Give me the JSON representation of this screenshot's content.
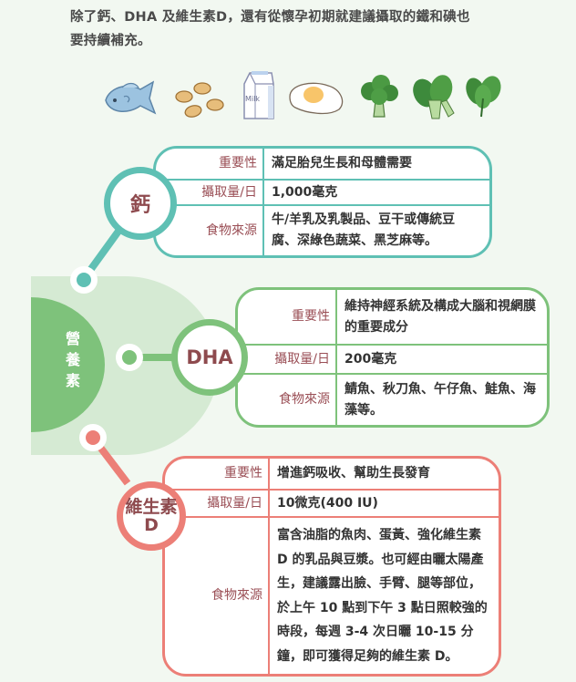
{
  "intro": {
    "line1": "除了鈣、DHA 及維生素D，還有從懷孕初期就建議攝取的鐵和碘也",
    "line2": "要持續補充。"
  },
  "food_icons": [
    "fish-icon",
    "soybeans-icon",
    "milk-carton-icon",
    "fried-egg-icon",
    "broccoli-icon",
    "bok-choy-icon",
    "spinach-icon"
  ],
  "milk_label": "Milk",
  "hub": {
    "label": "營養素"
  },
  "colors": {
    "calcium": "#5fc0b4",
    "dha": "#7ec27b",
    "vitamin_d": "#ec7f77",
    "hub_light": "#d5ead3",
    "key_text": "#9a4e55",
    "background": "#f2f8f1"
  },
  "nutrients": [
    {
      "name": "鈣",
      "rows": [
        {
          "key": "重要性",
          "value": "滿足胎兒生長和母體需要"
        },
        {
          "key": "攝取量/日",
          "value": "1,000毫克"
        },
        {
          "key": "食物來源",
          "value": "牛/羊乳及乳製品、豆干或傳統豆腐、深綠色蔬菜、黑芝麻等。"
        }
      ]
    },
    {
      "name": "DHA",
      "rows": [
        {
          "key": "重要性",
          "value": "維持神經系統及構成大腦和視網膜的重要成分"
        },
        {
          "key": "攝取量/日",
          "value": "200毫克"
        },
        {
          "key": "食物來源",
          "value": "鯖魚、秋刀魚、午仔魚、鮭魚、海藻等。"
        }
      ]
    },
    {
      "name": "維生素D",
      "name_line1": "維生素",
      "name_line2": "D",
      "rows": [
        {
          "key": "重要性",
          "value": "增進鈣吸收、幫助生長發育"
        },
        {
          "key": "攝取量/日",
          "value": "10微克(400 IU)"
        },
        {
          "key": "食物來源",
          "value": "富含油脂的魚肉、蛋黃、強化維生素 D 的乳品與豆漿。也可經由曬太陽產生，建議露出臉、手臂、腿等部位，於上午 10 點到下午 3 點日照較強的時段，每週 3-4 次日曬 10-15 分鐘，即可獲得足夠的維生素 D。"
        }
      ]
    }
  ]
}
